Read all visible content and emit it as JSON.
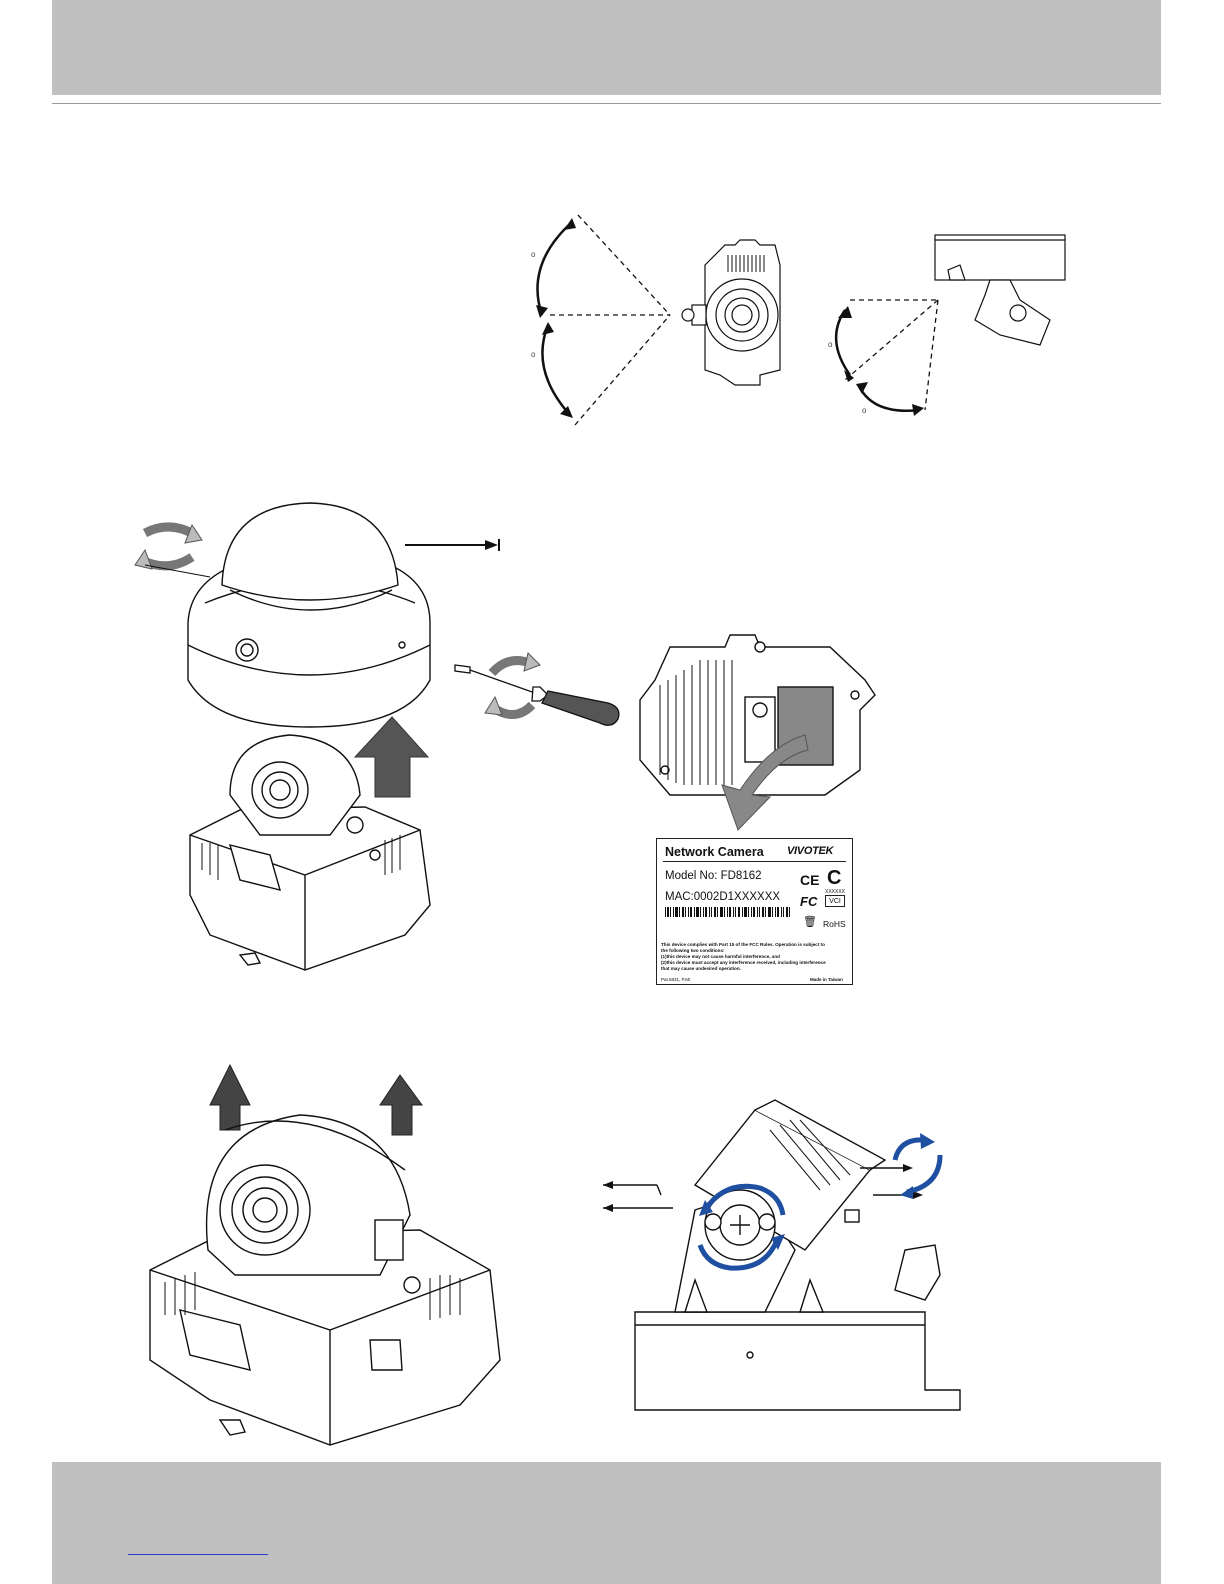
{
  "label": {
    "title": "Network Camera",
    "brand": "VIVOTEK",
    "model": "Model No: FD8162",
    "mac": "MAC:0002D1XXXXXX",
    "ce_mark": "CE",
    "c_tick_mark": "C",
    "c_tick_code": "XXXXXX",
    "fcc_mark": "FC",
    "vci_mark": "VCI",
    "rohs": "RoHS",
    "compliance_text": "This device complies with Part 15 of the FCC Rules. Operation is subject to\nthe following two conditions:\n(1)this device may not cause harmful interference, and\n(2)this device must accept any interference received, including interference\nthat may cause undesired operation.",
    "part_no": "Pat.6831, P.Mr",
    "made_in": "Made in Taiwan"
  },
  "degree_marks": [
    "o",
    "o",
    "o",
    "o"
  ],
  "colors": {
    "band": "#c0c0c0",
    "line_art": "#111111",
    "arrow_fill": "#555555",
    "rotate_blue": "#1f4fa0",
    "link": "#2a3cc8"
  },
  "icons": {
    "up_arrow": "up-arrow-icon",
    "rotate_arrow": "rotate-arrow-icon",
    "screwdriver": "screwdriver-icon",
    "curved_arrow": "curved-arrow-icon"
  }
}
